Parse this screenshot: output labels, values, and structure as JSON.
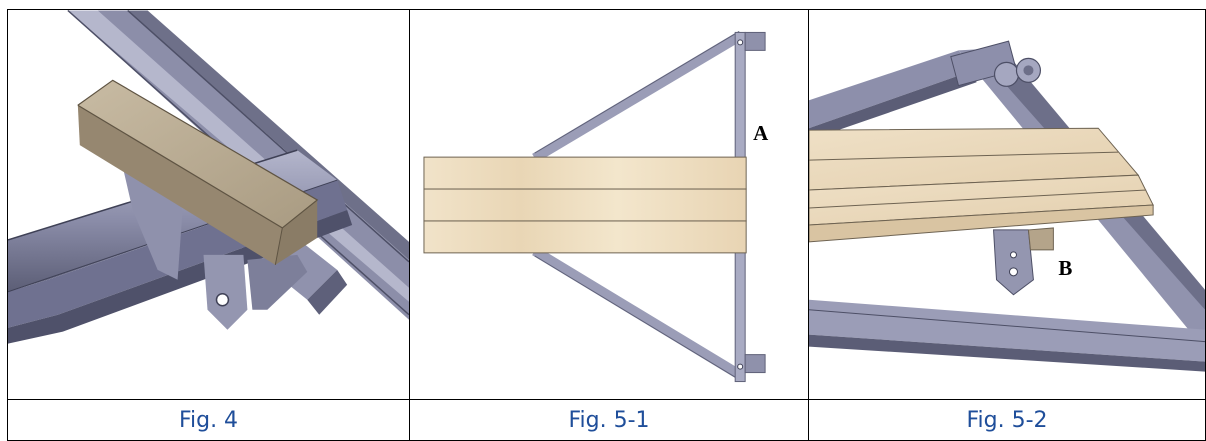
{
  "figures": [
    {
      "caption": "Fig. 4"
    },
    {
      "caption": "Fig. 5-1",
      "label": "A"
    },
    {
      "caption": "Fig. 5-2",
      "label": "B"
    }
  ],
  "colors": {
    "frame_steel": "#7d7f9c",
    "frame_steel_light": "#a9abc3",
    "frame_steel_dark": "#55576e",
    "wood_tan": "#9a8c74",
    "wood_light": "#ecdcc4",
    "caption_blue": "#1f4e9a"
  }
}
